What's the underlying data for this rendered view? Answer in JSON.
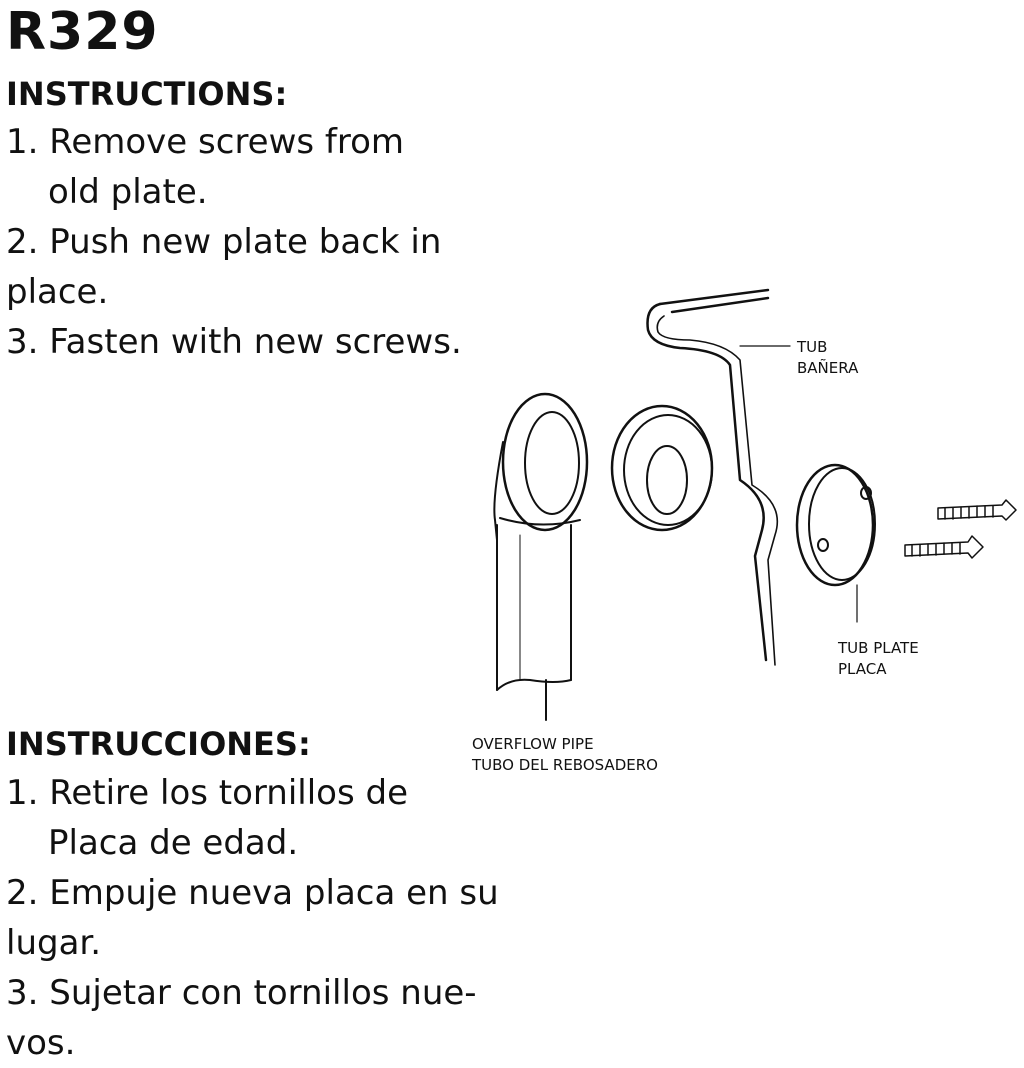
{
  "header": {
    "model": "R329"
  },
  "english": {
    "heading": "INSTRUCTIONS:",
    "steps": [
      {
        "line1": "1. Remove screws from",
        "line2": "old plate."
      },
      {
        "line1": "2.  Push new plate back in",
        "line2": "place."
      },
      {
        "line1": "3.  Fasten with new screws."
      }
    ]
  },
  "spanish": {
    "heading": "INSTRUCCIONES:",
    "steps": [
      {
        "line1": "1.  Retire los tornillos de",
        "line2": "Placa de edad."
      },
      {
        "line1": "2.  Empuje nueva placa en su",
        "line2": "lugar."
      },
      {
        "line1": "3.  Sujetar con tornillos nue-",
        "line2": "vos."
      }
    ]
  },
  "diagram": {
    "labels": {
      "tub": [
        "TUB",
        "BAÑERA"
      ],
      "tub_plate": [
        "TUB PLATE",
        "PLACA"
      ],
      "overflow_pipe": [
        "OVERFLOW PIPE",
        "TUBO DEL REBOSADERO"
      ]
    }
  }
}
